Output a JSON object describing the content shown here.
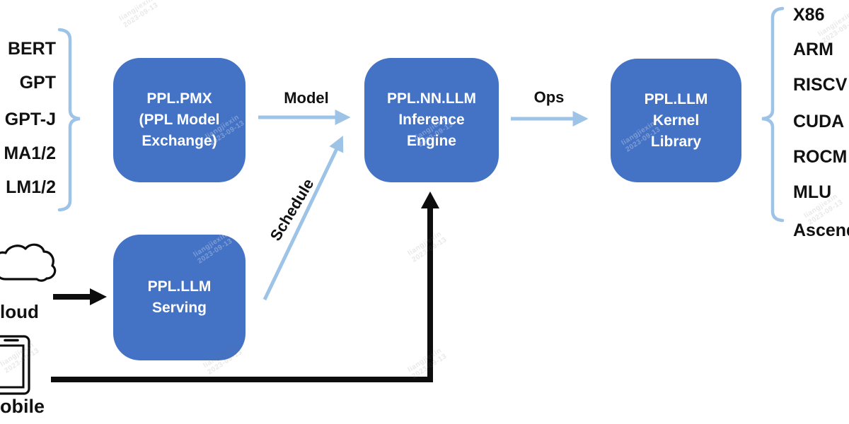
{
  "model_list": [
    "BERT",
    "GPT",
    "GPT-J",
    "MA1/2",
    "LM1/2"
  ],
  "hardware_list": [
    "X86",
    "ARM",
    "RISCV",
    "CUDA",
    "ROCM",
    "MLU",
    "Ascend"
  ],
  "boxes": {
    "pmx": [
      "PPL.PMX",
      "(PPL Model",
      "Exchange)"
    ],
    "engine": [
      "PPL.NN.LLM",
      "Inference",
      "Engine"
    ],
    "kernel": [
      "PPL.LLM",
      "Kernel",
      "Library"
    ],
    "serving": [
      "PPL.LLM",
      "Serving"
    ]
  },
  "arrow_labels": {
    "model": "Model",
    "ops": "Ops",
    "schedule": "Schedule"
  },
  "endpoint_labels": {
    "cloud": "loud",
    "mobile": "obile"
  },
  "watermark": {
    "line1": "liangjiexin",
    "line2": "2023-09-13"
  },
  "colors": {
    "box_blue": "#4472C4",
    "light_blue": "#9DC3E6",
    "arrow_black": "#0d0d0d"
  }
}
